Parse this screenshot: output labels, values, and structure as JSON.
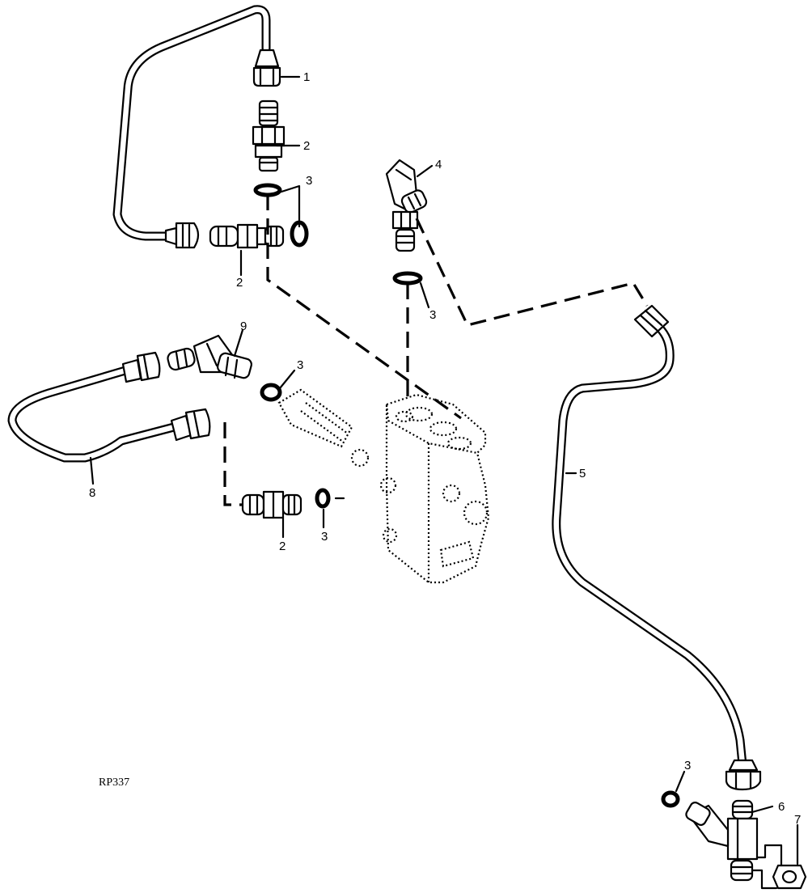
{
  "figure_code": "RP337",
  "callouts": {
    "c1": "1",
    "c2a": "2",
    "c2b": "2",
    "c2c": "2",
    "c3a": "3",
    "c3b": "3",
    "c3c": "3",
    "c3d": "3",
    "c3e": "3",
    "c4": "4",
    "c5": "5",
    "c6": "6",
    "c7": "7",
    "c8": "8",
    "c9": "9"
  }
}
